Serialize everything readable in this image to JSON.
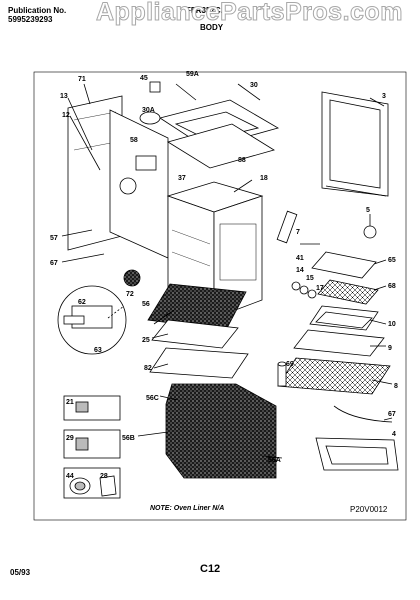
{
  "header": {
    "publication_label": "Publication No.",
    "publication_number": "5995239293",
    "model": "FFR357CA",
    "section": "BODY",
    "watermark": "AppliancePartsPros.com"
  },
  "labels": {
    "l71": "71",
    "l13": "13",
    "l12": "12",
    "l45": "45",
    "l59a": "59A",
    "l30": "30",
    "l30a": "30A",
    "l3": "3",
    "l58": "58",
    "l88": "88",
    "l37": "37",
    "l18": "18",
    "l5": "5",
    "l57": "57",
    "l67a": "67",
    "l7": "7",
    "l41": "41",
    "l14": "14",
    "l15": "15",
    "l17": "17",
    "l65": "65",
    "l68": "68",
    "l72": "72",
    "l62": "62",
    "l56": "56",
    "l10": "10",
    "l25": "25",
    "l9": "9",
    "l63": "63",
    "l82": "82",
    "l69": "69",
    "l8": "8",
    "l56c": "56C",
    "l21": "21",
    "l67b": "67",
    "l29": "29",
    "l56b": "56B",
    "l44": "44",
    "l28": "28",
    "l4": "4",
    "l56a": "56A"
  },
  "note": "NOTE: Oven Liner N/A",
  "figure_code": "P20V0012",
  "footer": {
    "date": "05/93",
    "page": "C12"
  }
}
